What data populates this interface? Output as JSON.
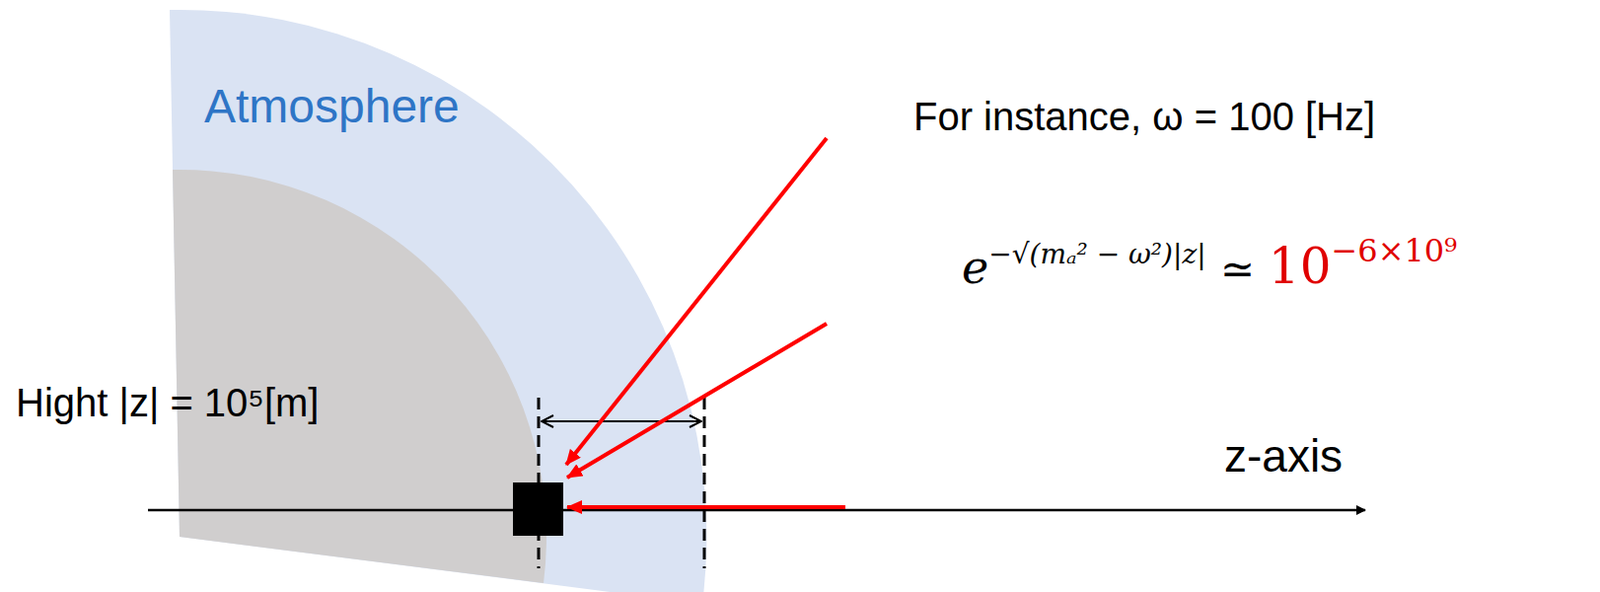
{
  "diagram": {
    "labels": [
      "Atmosphere",
      "For instance, ω = 100 [Hz]",
      "e",
      "−√(mₐ² − ω²)|z|",
      "≃",
      "10",
      "−6×10⁹",
      "Hight |z| = 10⁵[m]",
      "z-axis"
    ]
  }
}
